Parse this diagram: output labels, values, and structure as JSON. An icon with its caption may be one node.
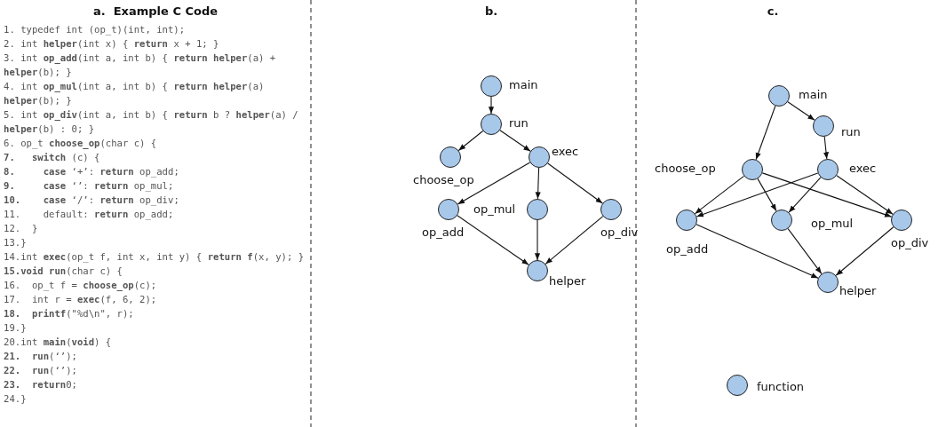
{
  "diagram": {
    "nodes": [
      {
        "text": [],
        "shape": "circle",
        "beside": [
          "main"
        ]
      },
      {
        "text": [],
        "shape": "circle",
        "beside": [
          "run"
        ]
      },
      {
        "text": [],
        "shape": "circle",
        "beside": [
          "choose_op"
        ]
      },
      {
        "text": [],
        "shape": "circle",
        "beside": [
          "exec"
        ]
      },
      {
        "text": [],
        "shape": "circle",
        "beside": [
          "op_add"
        ]
      },
      {
        "text": [],
        "shape": "circle",
        "beside": [
          "op_mul"
        ]
      },
      {
        "text": [],
        "shape": "circle",
        "beside": [
          "op_div"
        ]
      },
      {
        "text": [],
        "shape": "circle",
        "beside": [
          "helper"
        ]
      },
      {
        "text": [],
        "shape": "circle",
        "beside": [
          "main"
        ]
      },
      {
        "text": [],
        "shape": "circle",
        "beside": [
          "run"
        ]
      },
      {
        "text": [],
        "shape": "circle",
        "beside": [
          "choose_op"
        ]
      },
      {
        "text": [],
        "shape": "circle",
        "beside": [
          "exec"
        ]
      },
      {
        "text": [],
        "shape": "circle",
        "beside": [
          "op_add"
        ]
      },
      {
        "text": [],
        "shape": "circle",
        "beside": [
          "op_mul"
        ]
      },
      {
        "text": [],
        "shape": "circle",
        "beside": [
          "op_div"
        ]
      },
      {
        "text": [],
        "shape": "circle",
        "beside": [
          "helper"
        ]
      }
    ],
    "edges": [
      {
        "from": 0,
        "to": 1,
        "arrow": "to"
      },
      {
        "from": 1,
        "to": 2,
        "arrow": "to"
      },
      {
        "from": 1,
        "to": 3,
        "arrow": "to"
      },
      {
        "from": 3,
        "to": 4,
        "arrow": "to"
      },
      {
        "from": 3,
        "to": 5,
        "arrow": "to"
      },
      {
        "from": 3,
        "to": 6,
        "arrow": "to"
      },
      {
        "from": 4,
        "to": 7,
        "arrow": "to"
      },
      {
        "from": 5,
        "to": 7,
        "arrow": "to"
      },
      {
        "from": 6,
        "to": 7,
        "arrow": "to"
      },
      {
        "from": 8,
        "to": 10,
        "arrow": "to"
      },
      {
        "from": 8,
        "to": 9,
        "arrow": "to"
      },
      {
        "from": 9,
        "to": 11,
        "arrow": "to"
      },
      {
        "from": 10,
        "to": 12,
        "arrow": "to"
      },
      {
        "from": 10,
        "to": 13,
        "arrow": "to"
      },
      {
        "from": 10,
        "to": 14,
        "arrow": "to"
      },
      {
        "from": 11,
        "to": 12,
        "arrow": "to"
      },
      {
        "from": 11,
        "to": 13,
        "arrow": "to"
      },
      {
        "from": 11,
        "to": 14,
        "arrow": "to"
      },
      {
        "from": 12,
        "to": 15,
        "arrow": "to"
      },
      {
        "from": 13,
        "to": 15,
        "arrow": "to"
      },
      {
        "from": 14,
        "to": 15,
        "arrow": "to"
      }
    ],
    "labels": [
      "a.  Example C Code",
      "b.",
      "c.",
      "1. typedef int (op_t)(int, int);",
      "2. int **helper**(int x) { **return** x + 1; }",
      "3. int **op_add**(int a, int b) { **return** **helper**(a) + **helper**(b); }",
      "4. int **op_mul**(int a, int b) { **return** **helper**(a) **helper**(b); }",
      "5. int **op_div**(int a, int b) { **return** b ? **helper**(a) / **helper**(b) : 0; }",
      "6. op_t **choose_op**(char c) {",
      "**7.**   **switch** (c) {",
      "**8.**     **case** ‘+’: **return** op_add;",
      "**9.**     **case** ‘’: **return** op_mul;",
      "**10.**    **case** ‘/’: **return** op_div;",
      "11.    default: **return** op_add;",
      "12.  }",
      "13.}",
      "14.int **exec**(op_t f, int x, int y) { **return** **f**(x, y); }",
      "**15.void** **run**(char c) {",
      "16.  op_t f = **choose_op**(c);",
      "17.  int r = **exec**(f, 6, 2);",
      "**18.**  **printf**(\"%d\\n\", r);",
      "19.}",
      "20.int **main**(**void**) {",
      "**21.**  **run**(‘’);",
      "**22.**  **run**(‘’);",
      "**23.**  **return**0;",
      "24.}"
    ],
    "legend": [
      {
        "text": "function",
        "color": "#a8c8ea"
      }
    ]
  }
}
